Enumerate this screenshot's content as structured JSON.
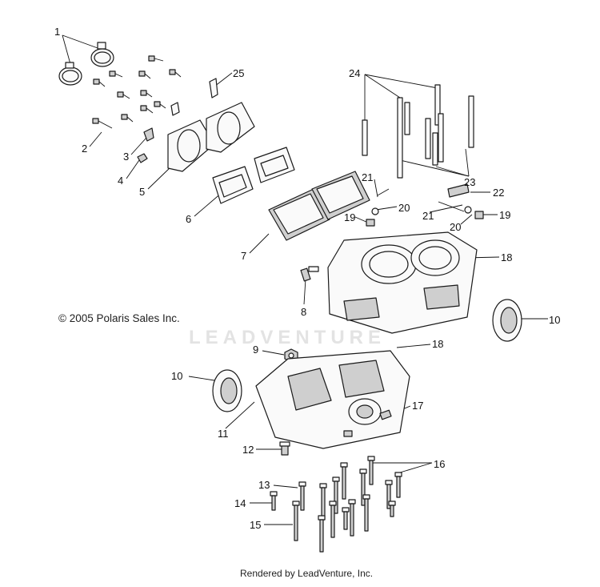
{
  "copyright": "© 2005 Polaris Sales Inc.",
  "footer": "Rendered by LeadVenture, Inc.",
  "watermark": "LEADVENTURE",
  "callouts": {
    "c1": "1",
    "c2": "2",
    "c3": "3",
    "c4": "4",
    "c5": "5",
    "c6": "6",
    "c7": "7",
    "c8": "8",
    "c9": "9",
    "c10a": "10",
    "c10b": "10",
    "c11": "11",
    "c12": "12",
    "c13": "13",
    "c14": "14",
    "c15": "15",
    "c16": "16",
    "c17": "17",
    "c18a": "18",
    "c18b": "18",
    "c19a": "19",
    "c19b": "19",
    "c20a": "20",
    "c20b": "20",
    "c21a": "21",
    "c21b": "21",
    "c22": "22",
    "c23": "23",
    "c24": "24",
    "c25": "25"
  }
}
